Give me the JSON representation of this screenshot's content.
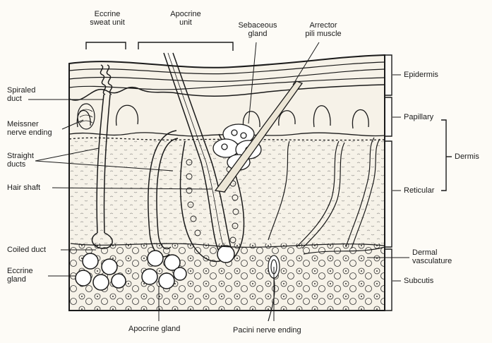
{
  "labels": {
    "eccrine_sweat_unit": "Eccrine\nsweat unit",
    "apocrine_unit": "Apocrine\nunit",
    "sebaceous_gland": "Sebaceous\ngland",
    "arrector_pili_muscle": "Arrector\npili muscle",
    "spiraled_duct": "Spiraled\nduct",
    "meissner_nerve_ending": "Meissner\nnerve ending",
    "straight_ducts": "Straight\nducts",
    "hair_shaft": "Hair shaft",
    "coiled_duct": "Coiled duct",
    "eccrine_gland": "Eccrine\ngland",
    "apocrine_gland": "Apocrine gland",
    "pacini_nerve_ending": "Pacini nerve ending",
    "epidermis": "Epidermis",
    "papillary": "Papillary",
    "dermis": "Dermis",
    "reticular": "Reticular",
    "dermal_vasculature": "Dermal\nvasculature",
    "subcutis": "Subcutis"
  },
  "colors": {
    "ink": "#1a1a1a",
    "background": "#fdfbf6",
    "fill": "#f6f2e8"
  }
}
